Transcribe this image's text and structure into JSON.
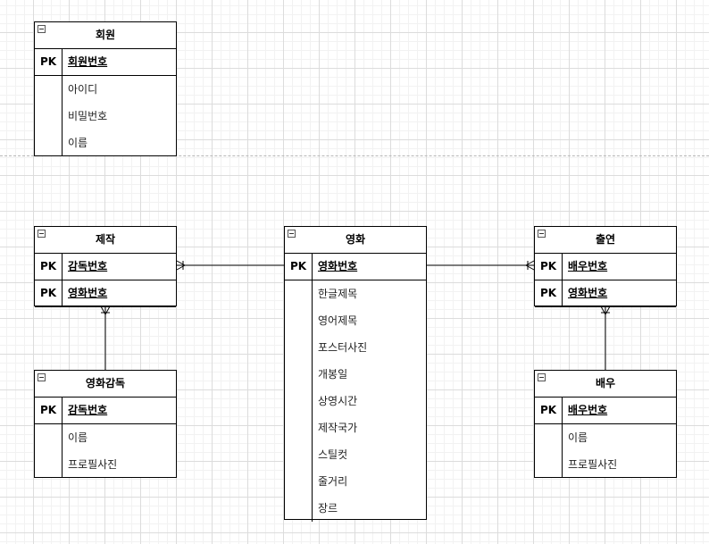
{
  "diagram": {
    "key_marker": "PK",
    "entities": {
      "member": {
        "title": "회원",
        "keys": [
          "회원번호"
        ],
        "attributes": [
          "아이디",
          "비밀번호",
          "이름"
        ]
      },
      "production": {
        "title": "제작",
        "keys": [
          "감독번호",
          "영화번호"
        ],
        "attributes": []
      },
      "movie": {
        "title": "영화",
        "keys": [
          "영화번호"
        ],
        "attributes": [
          "한글제목",
          "영어제목",
          "포스터사진",
          "개봉일",
          "상영시간",
          "제작국가",
          "스틸컷",
          "줄거리",
          "장르"
        ]
      },
      "appearance": {
        "title": "출연",
        "keys": [
          "배우번호",
          "영화번호"
        ],
        "attributes": []
      },
      "director": {
        "title": "영화감독",
        "keys": [
          "감독번호"
        ],
        "attributes": [
          "이름",
          "프로필사진"
        ]
      },
      "actor": {
        "title": "배우",
        "keys": [
          "배우번호"
        ],
        "attributes": [
          "이름",
          "프로필사진"
        ]
      }
    },
    "relationships": [
      {
        "from": "movie",
        "to": "production",
        "cardinality": "one-or-many"
      },
      {
        "from": "movie",
        "to": "appearance",
        "cardinality": "one-or-many"
      },
      {
        "from": "director",
        "to": "production",
        "cardinality": "one-or-many"
      },
      {
        "from": "actor",
        "to": "appearance",
        "cardinality": "one-or-many"
      }
    ]
  }
}
